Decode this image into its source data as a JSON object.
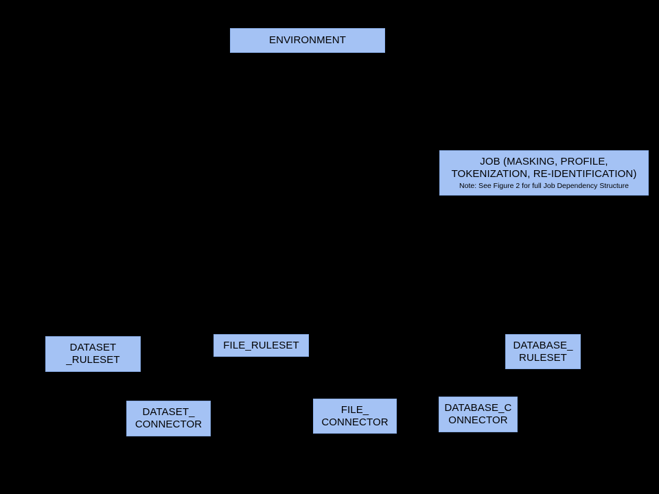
{
  "diagram": {
    "background_color": "#000000",
    "entity_fill_color": "#A4C2F4",
    "entity_border_color": "#8AAEE8",
    "entity_text_color": "#000000",
    "connector_color": "#000000",
    "entities": [
      {
        "id": "environment",
        "label": "ENVIRONMENT",
        "note": ""
      },
      {
        "id": "job",
        "label": "JOB (MASKING, PROFILE,\nTOKENIZATION, RE-IDENTIFICATION)",
        "note": "Note: See Figure 2 for full Job Dependency Structure"
      },
      {
        "id": "dataset_ruleset",
        "label": "DATASET\n_RULESET",
        "note": ""
      },
      {
        "id": "file_ruleset",
        "label": "FILE_RULESET",
        "note": ""
      },
      {
        "id": "database_ruleset",
        "label": "DATABASE_\nRULESET",
        "note": ""
      },
      {
        "id": "dataset_connector",
        "label": "DATASET_\nCONNECTOR",
        "note": ""
      },
      {
        "id": "file_connector",
        "label": "FILE_\nCONNECTOR",
        "note": ""
      },
      {
        "id": "database_connector",
        "label": "DATABASE_C\nONNECTOR",
        "note": ""
      }
    ]
  }
}
